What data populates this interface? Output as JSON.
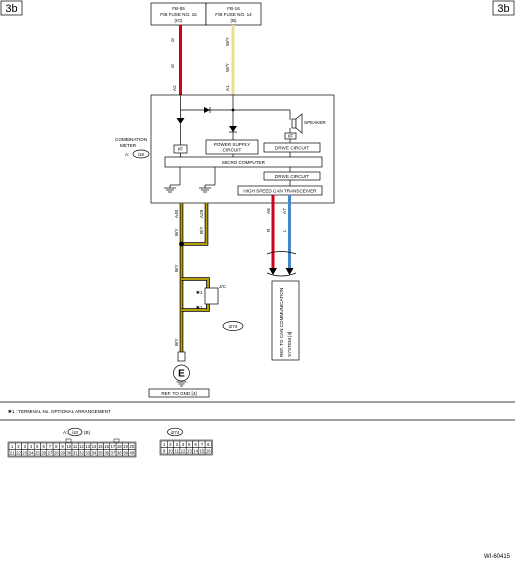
{
  "corners": {
    "left": "3b",
    "right": "3b"
  },
  "fuses": {
    "left": {
      "line1": "FB-55",
      "line2": "F/B FUSE NO. 15",
      "line3": "(IG)"
    },
    "right": {
      "line1": "FB-16",
      "line2": "F/B FUSE NO. 14",
      "line3": "(B)"
    }
  },
  "meter": {
    "label_line1": "COMBINATION",
    "label_line2": "METER",
    "connector_prefix": "A:",
    "connector_id": "i10",
    "power_supply_line1": "POWER SUPPLY",
    "power_supply_line2": "CIRCUIT",
    "drive_circuit_1": "DRIVE CIRCUIT",
    "drive_circuit_2": "DRIVE CIRCUIT",
    "speaker": "SPEAKER",
    "if_left": "I/F",
    "if_right": "I/F",
    "micro_computer": "MICRO COMPUTER",
    "can_transceiver": "HIGH SPEED CAN TRANSCEIVER"
  },
  "wires": {
    "top_left_color": "or",
    "top_left_color_2": "or",
    "top_right_color": "W/Y",
    "top_right_color_2": "W/Y",
    "top_left_pin": "A2",
    "top_right_pin": "A1",
    "ground_left_pin": "A40",
    "ground_right_pin": "A29",
    "ground_left_color": "B/Y",
    "ground_right_color": "B/Y",
    "ground_main_color": "B/Y",
    "ground_lower_color": "B/Y",
    "can_left_pin": "A8",
    "can_right_pin": "A7",
    "can_left_color": "R",
    "can_right_color": "L",
    "colors": {
      "red": "#d0021b",
      "yellow": "#e8df8a",
      "olive": "#b5a000",
      "blue": "#4a86c6"
    }
  },
  "jc": {
    "label": "J/C",
    "mark_top": "✱1",
    "mark_bottom": "✱1",
    "connector_id": "i274"
  },
  "ground": {
    "symbol": "E",
    "ref": "REF. TO GND [4]"
  },
  "can_ref": {
    "line1": "REF. TO CAN COMMUNICATION",
    "line2": "SYSTEM [4]"
  },
  "footnote": "✱1 : TERMINAL No. OPTIONAL ARRANGEMENT",
  "connector_a": {
    "label_prefix": "A:",
    "id": "i10",
    "suffix": "(B)",
    "row1": [
      "1",
      "2",
      "3",
      "4",
      "5",
      "6",
      "7",
      "8",
      "9",
      "10",
      "11",
      "12",
      "13",
      "14",
      "15",
      "16",
      "17",
      "18",
      "19",
      "20"
    ],
    "row2": [
      "21",
      "22",
      "23",
      "24",
      "25",
      "26",
      "27",
      "28",
      "29",
      "30",
      "31",
      "32",
      "33",
      "34",
      "35",
      "36",
      "37",
      "38",
      "39",
      "40"
    ]
  },
  "connector_b": {
    "id": "i274",
    "row1": [
      "1",
      "2",
      "3",
      "4",
      "5",
      "6",
      "7",
      "8"
    ],
    "row2": [
      "9",
      "10",
      "11",
      "12",
      "13",
      "14",
      "15",
      "16"
    ]
  },
  "figure_id": "WI-60415"
}
